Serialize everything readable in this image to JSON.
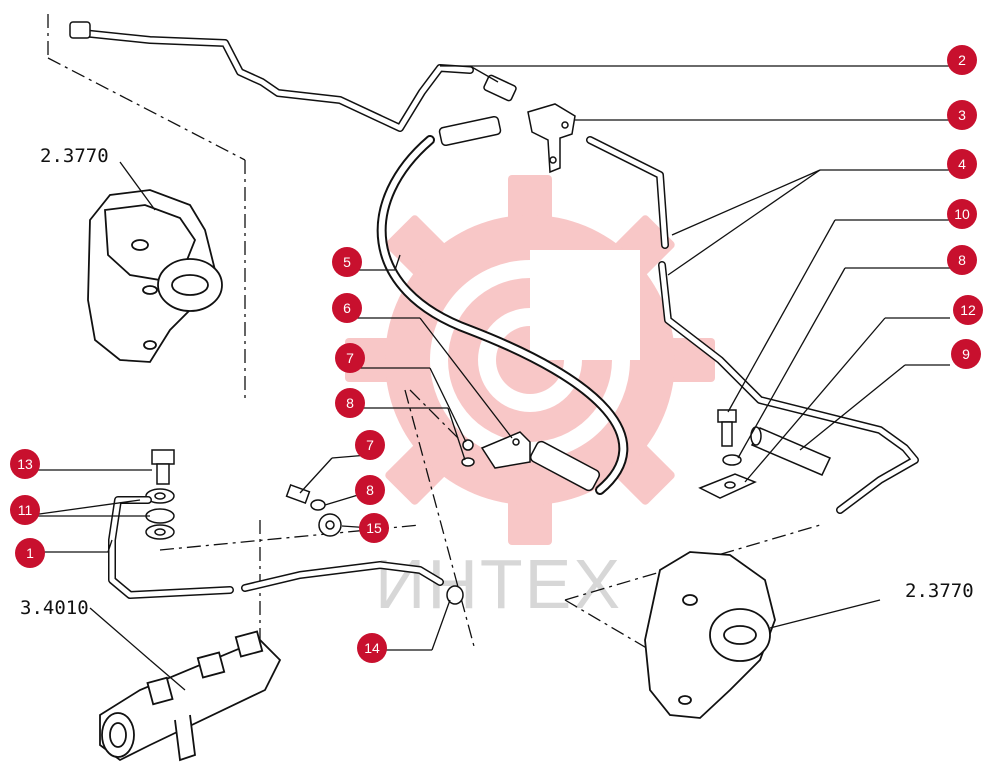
{
  "diagram": {
    "assembly_refs": {
      "caliper_left": "2.3770",
      "caliper_right": "2.3770",
      "master_cylinder": "3.4010"
    },
    "callouts": [
      {
        "id": "c-2",
        "label": "2"
      },
      {
        "id": "c-3",
        "label": "3"
      },
      {
        "id": "c-4",
        "label": "4"
      },
      {
        "id": "c-10",
        "label": "10"
      },
      {
        "id": "c-8a",
        "label": "8"
      },
      {
        "id": "c-12",
        "label": "12"
      },
      {
        "id": "c-9",
        "label": "9"
      },
      {
        "id": "c-5",
        "label": "5"
      },
      {
        "id": "c-6",
        "label": "6"
      },
      {
        "id": "c-7a",
        "label": "7"
      },
      {
        "id": "c-8b",
        "label": "8"
      },
      {
        "id": "c-7b",
        "label": "7"
      },
      {
        "id": "c-8c",
        "label": "8"
      },
      {
        "id": "c-15",
        "label": "15"
      },
      {
        "id": "c-14",
        "label": "14"
      },
      {
        "id": "c-13",
        "label": "13"
      },
      {
        "id": "c-11",
        "label": "11"
      },
      {
        "id": "c-1",
        "label": "1"
      }
    ],
    "watermark": "ИНТЕХ",
    "colors": {
      "callout_fill": "#c8102e",
      "line": "#111111",
      "watermark_logo": "#f06a6a"
    }
  }
}
